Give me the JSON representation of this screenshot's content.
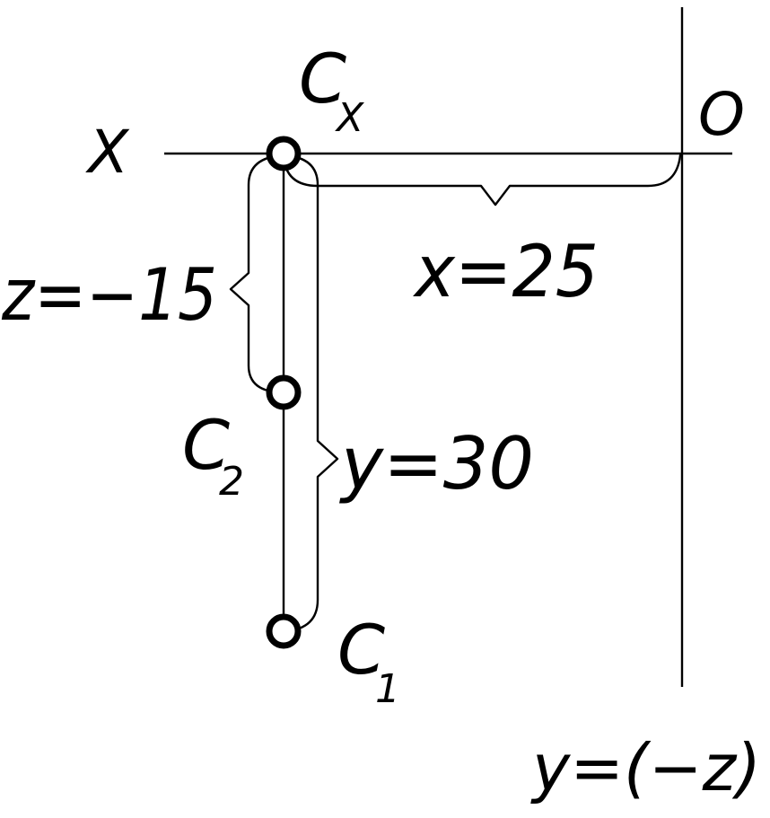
{
  "labels": {
    "x_axis": "X",
    "origin": "O",
    "y_axis_right": "y=(−z)",
    "cx_main": "C",
    "cx_sub": "X",
    "c2_main": "C",
    "c2_sub": "2",
    "c1_main": "C",
    "c1_sub": "1",
    "dim_x": "x=25",
    "dim_z": "z=−15",
    "dim_y": "y=30"
  }
}
